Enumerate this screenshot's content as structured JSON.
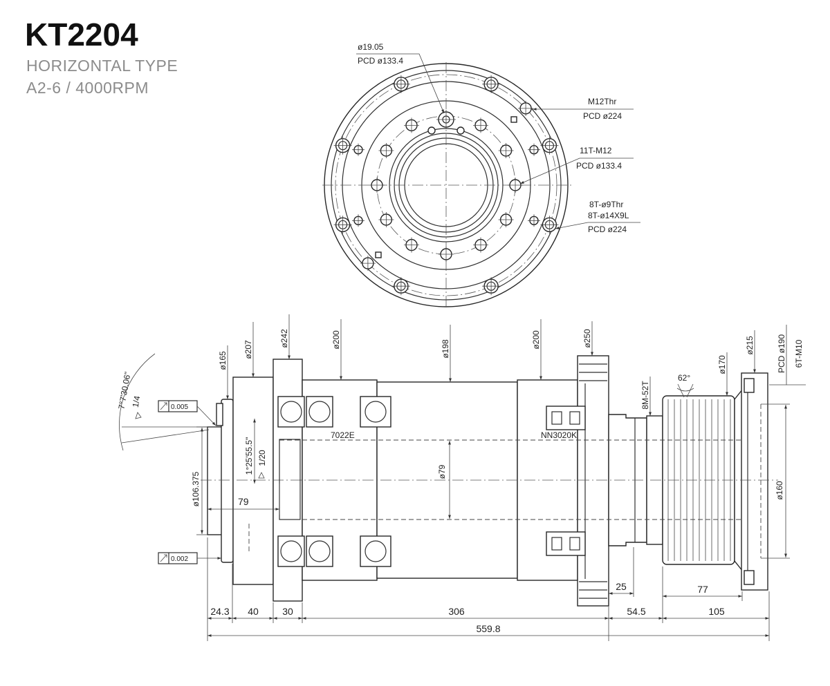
{
  "header": {
    "model": "KT2204",
    "type": "HORIZONTAL TYPE",
    "spec": "A2-6 / 4000RPM"
  },
  "front_view": {
    "top_hole": "ø19.05",
    "top_hole_pcd": "PCD ø133.4",
    "thread_hole": "M12Thr",
    "thread_hole_pcd": "PCD ø224",
    "tapped_holes": "11T-M12",
    "tapped_holes_pcd": "PCD ø133.4",
    "through_holes": "8T-ø9Thr",
    "counterbore": "8T-ø14X9L",
    "through_holes_pcd": "PCD ø224"
  },
  "side_view": {
    "nose_dia": "ø165",
    "front_housing_dia": "ø207",
    "flange_dia": "ø242",
    "body_front_dia": "ø200",
    "body_mid_dia": "ø198",
    "body_rear_dia": "ø200",
    "rear_flange_dia": "ø250",
    "belt": "8M-52T",
    "groove_angle": "62°",
    "pulley_dia": "ø170",
    "cap_dia": "ø215",
    "cap_pcd": "PCD ø190",
    "cap_bolts": "6T-M10",
    "front_bearing": "7022E",
    "rear_bearing": "NN3020K",
    "bore_dia": "ø79",
    "pilot_dia": "ø106.375",
    "rear_dia": "ø160",
    "taper_angle": "7°7'30.06\"",
    "taper_ratio": "1/4",
    "cone_angle": "1°25'55.5\"",
    "cone_ratio": "1/20",
    "runout_face": "0.005",
    "runout_radial": "0.002",
    "pilot_depth": "79"
  },
  "lengths": {
    "seg_1": "24.3",
    "seg_2": "40",
    "seg_3": "30",
    "seg_4": "306",
    "seg_5": "54.5",
    "seg_6": "105",
    "total": "559.8",
    "neck": "25",
    "pulley": "77"
  }
}
